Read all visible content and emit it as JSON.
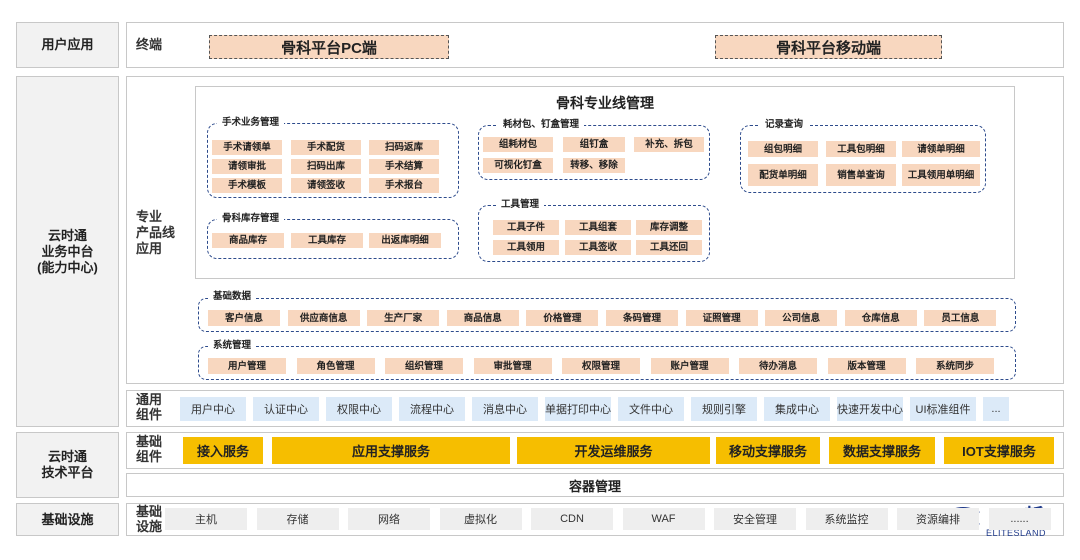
{
  "rows": {
    "user_app": "用户应用",
    "business_center": [
      "云时通",
      "业务中台",
      "(能力中心)"
    ],
    "tech_platform": [
      "云时通",
      "技术平台"
    ],
    "infrastructure": "基础设施"
  },
  "terminal": {
    "label": "终端",
    "items": [
      "骨科平台PC端",
      "骨科平台移动端"
    ]
  },
  "pro_line": {
    "label": [
      "专业",
      "产品线",
      "应用"
    ],
    "title": "骨科专业线管理",
    "groups": {
      "surgery": {
        "title": "手术业务管理",
        "items": [
          "手术请领单",
          "手术配货",
          "扫码返库",
          "请领审批",
          "扫码出库",
          "手术结算",
          "手术模板",
          "请领签收",
          "手术报台"
        ]
      },
      "package": {
        "title": "耗材包、钉盒管理",
        "items": [
          "组耗材包",
          "组钉盒",
          "补充、拆包",
          "可视化钉盒",
          "转移、移除"
        ]
      },
      "records": {
        "title": "记录查询",
        "items": [
          "组包明细",
          "工具包明细",
          "请领单明细",
          "配货单明细",
          "销售单查询",
          "工具领用单明细"
        ]
      },
      "stock": {
        "title": "骨科库存管理",
        "items": [
          "商品库存",
          "工具库存",
          "出返库明细"
        ]
      },
      "tools": {
        "title": "工具管理",
        "items": [
          "工具子件",
          "工具组套",
          "库存调整",
          "工具领用",
          "工具签收",
          "工具还回"
        ]
      }
    }
  },
  "base_data": {
    "title": "基础数据",
    "items": [
      "客户信息",
      "供应商信息",
      "生产厂家",
      "商品信息",
      "价格管理",
      "条码管理",
      "证照管理",
      "公司信息",
      "仓库信息",
      "员工信息"
    ]
  },
  "sys_mgmt": {
    "title": "系统管理",
    "items": [
      "用户管理",
      "角色管理",
      "组织管理",
      "审批管理",
      "权限管理",
      "账户管理",
      "待办消息",
      "版本管理",
      "系统同步"
    ]
  },
  "common": {
    "label": [
      "通用",
      "组件"
    ],
    "items": [
      "用户中心",
      "认证中心",
      "权限中心",
      "流程中心",
      "消息中心",
      "单据打印中心",
      "文件中心",
      "规则引擎",
      "集成中心",
      "快速开发中心",
      "UI标准组件",
      "..."
    ]
  },
  "basic": {
    "label": [
      "基础",
      "组件"
    ],
    "items": [
      "接入服务",
      "应用支撑服务",
      "开发运维服务",
      "移动支撑服务",
      "数据支撑服务",
      "IOT支撑服务"
    ]
  },
  "container": "容器管理",
  "infra": {
    "label": [
      "基础",
      "设施"
    ],
    "items": [
      "主机",
      "存储",
      "网络",
      "虚拟化",
      "CDN",
      "WAF",
      "安全管理",
      "系统监控",
      "资源编排",
      "......"
    ]
  },
  "logo": {
    "char": "哲",
    "text": "ELITESLAND"
  }
}
